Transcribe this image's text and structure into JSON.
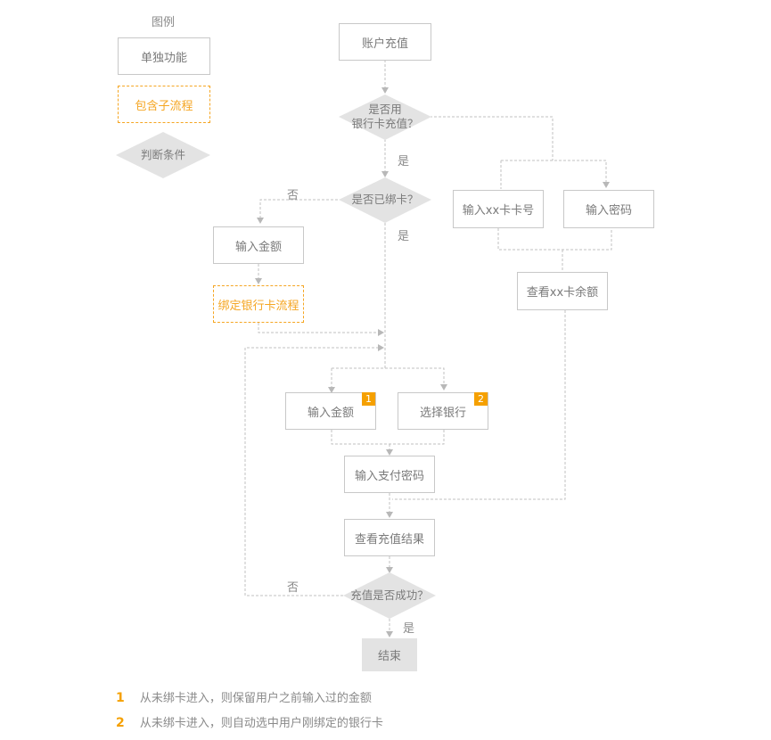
{
  "legend": {
    "title": "图例",
    "single": "单独功能",
    "subprocess": "包含子流程",
    "condition": "判断条件"
  },
  "nodes": {
    "start": "账户充值",
    "use_card_l1": "是否用",
    "use_card_l2": "银行卡充值？",
    "bound": "是否已绑卡？",
    "input_card_no": "输入xx卡卡号",
    "input_pwd": "输入密码",
    "check_balance": "查看xx卡余额",
    "input_amount_unbound": "输入金额",
    "bind_flow": "绑定银行卡流程",
    "input_amount": "输入金额",
    "select_bank": "选择银行",
    "pay_pwd": "输入支付密码",
    "result": "查看充值结果",
    "success": "充值是否成功？",
    "end": "结束"
  },
  "badges": {
    "one": "1",
    "two": "2"
  },
  "edge_labels": {
    "yes_use_card": "是",
    "no_bound": "否",
    "yes_bound": "是",
    "no_success": "否",
    "yes_success": "是"
  },
  "notes": [
    {
      "num": "1",
      "text": "从未绑卡进入，则保留用户之前输入过的金额"
    },
    {
      "num": "2",
      "text": "从未绑卡进入，则自动选中用户刚绑定的银行卡"
    }
  ],
  "colors": {
    "accent": "#f5a000",
    "line": "#c8c8c8",
    "terminal": "#e3e3e3"
  }
}
